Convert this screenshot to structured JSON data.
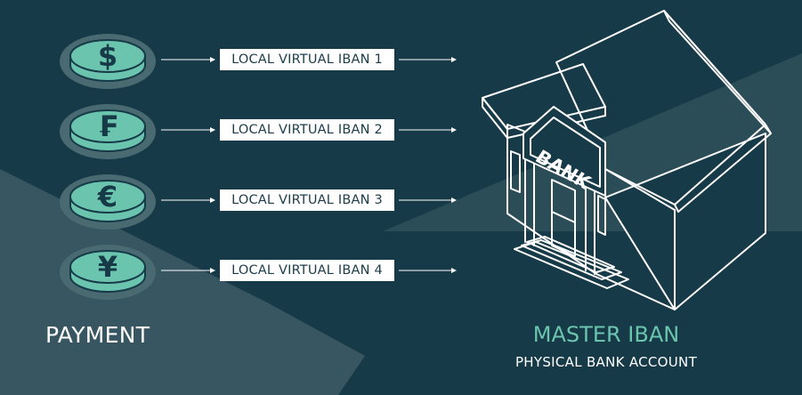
{
  "colors": {
    "background": "#173a48",
    "light_band": "#3d5c66",
    "coin_face": "#6bc4ae",
    "coin_shadow": "#4a6a72",
    "accent_text": "#6bc4ae",
    "line": "#ffffff"
  },
  "coins": [
    {
      "symbol": "$",
      "icon": "dollar-icon"
    },
    {
      "symbol": "₣",
      "icon": "franc-icon"
    },
    {
      "symbol": "€",
      "icon": "euro-icon"
    },
    {
      "symbol": "¥",
      "icon": "yen-icon"
    }
  ],
  "ibans": [
    {
      "label": "LOCAL VIRTUAL IBAN 1"
    },
    {
      "label": "LOCAL VIRTUAL IBAN 2"
    },
    {
      "label": "LOCAL VIRTUAL IBAN 3"
    },
    {
      "label": "LOCAL VIRTUAL IBAN 4"
    }
  ],
  "payment_label": "PAYMENT",
  "bank": {
    "sign": "BANK",
    "title": "MASTER IBAN",
    "subtitle": "PHYSICAL BANK ACCOUNT"
  }
}
